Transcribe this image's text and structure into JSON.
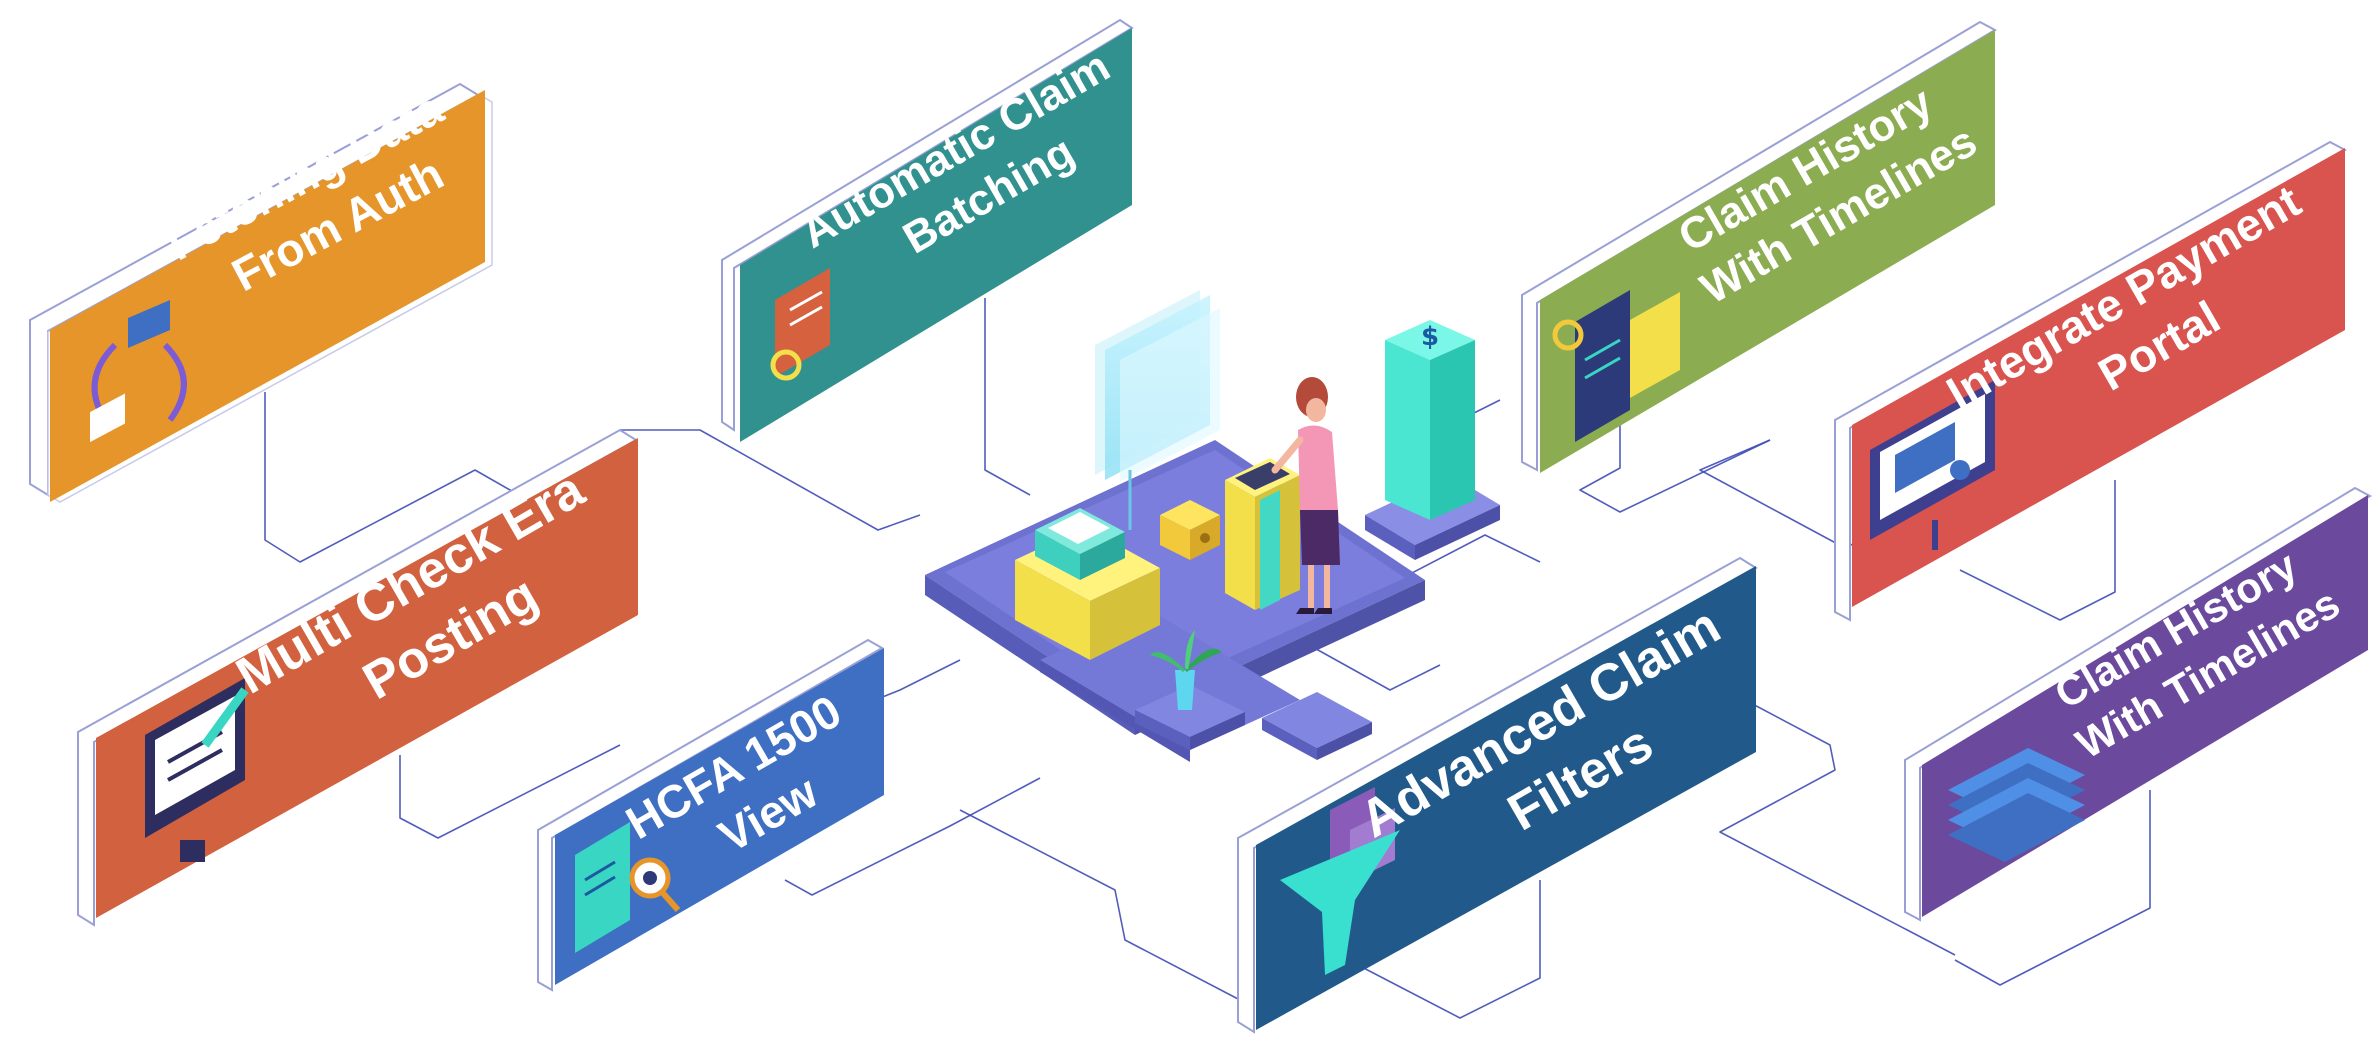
{
  "cards": [
    {
      "id": "fetching-data",
      "lines": [
        "Fetching Data",
        "From Auth"
      ],
      "color": "#e6952a",
      "icon": "sync-id-card-icon"
    },
    {
      "id": "automatic-claim-batching",
      "lines": [
        "Automatic Claim",
        "Batching"
      ],
      "color": "#31918f",
      "icon": "document-gear-icon"
    },
    {
      "id": "claim-history-top",
      "lines": [
        "Claim History",
        "With Timelines"
      ],
      "color": "#8cac52",
      "icon": "checklist-search-icon"
    },
    {
      "id": "integrate-payment",
      "lines": [
        "Integrate Payment",
        "Portal"
      ],
      "color": "#d9534f",
      "icon": "monitor-card-payment-icon"
    },
    {
      "id": "multi-check",
      "lines": [
        "Multi Check Era",
        "Posting"
      ],
      "color": "#d2613f",
      "icon": "monitor-pen-icon"
    },
    {
      "id": "hcfa-1500",
      "lines": [
        "HCFA 1500",
        "View"
      ],
      "color": "#3f6fc3",
      "icon": "document-eye-icon"
    },
    {
      "id": "advanced-filters",
      "lines": [
        "Advanced Claim",
        "Filters"
      ],
      "color": "#215a8a",
      "icon": "funnel-documents-icon"
    },
    {
      "id": "claim-history-bottom",
      "lines": [
        "Claim History",
        "With Timelines"
      ],
      "color": "#6b4a9e",
      "icon": "stacked-layers-icon"
    }
  ],
  "center": {
    "platform_color": "#7b7fd9",
    "accent_teal": "#39d6c4",
    "accent_yellow": "#f2df4a",
    "figure_top": "#f497b6",
    "figure_skirt": "#4b2a66",
    "icons": [
      "woman-figure-icon",
      "printer-icon",
      "kiosk-terminal-icon",
      "dollar-pillar-icon",
      "screen-panel-icon",
      "plant-icon",
      "safe-box-icon"
    ]
  }
}
